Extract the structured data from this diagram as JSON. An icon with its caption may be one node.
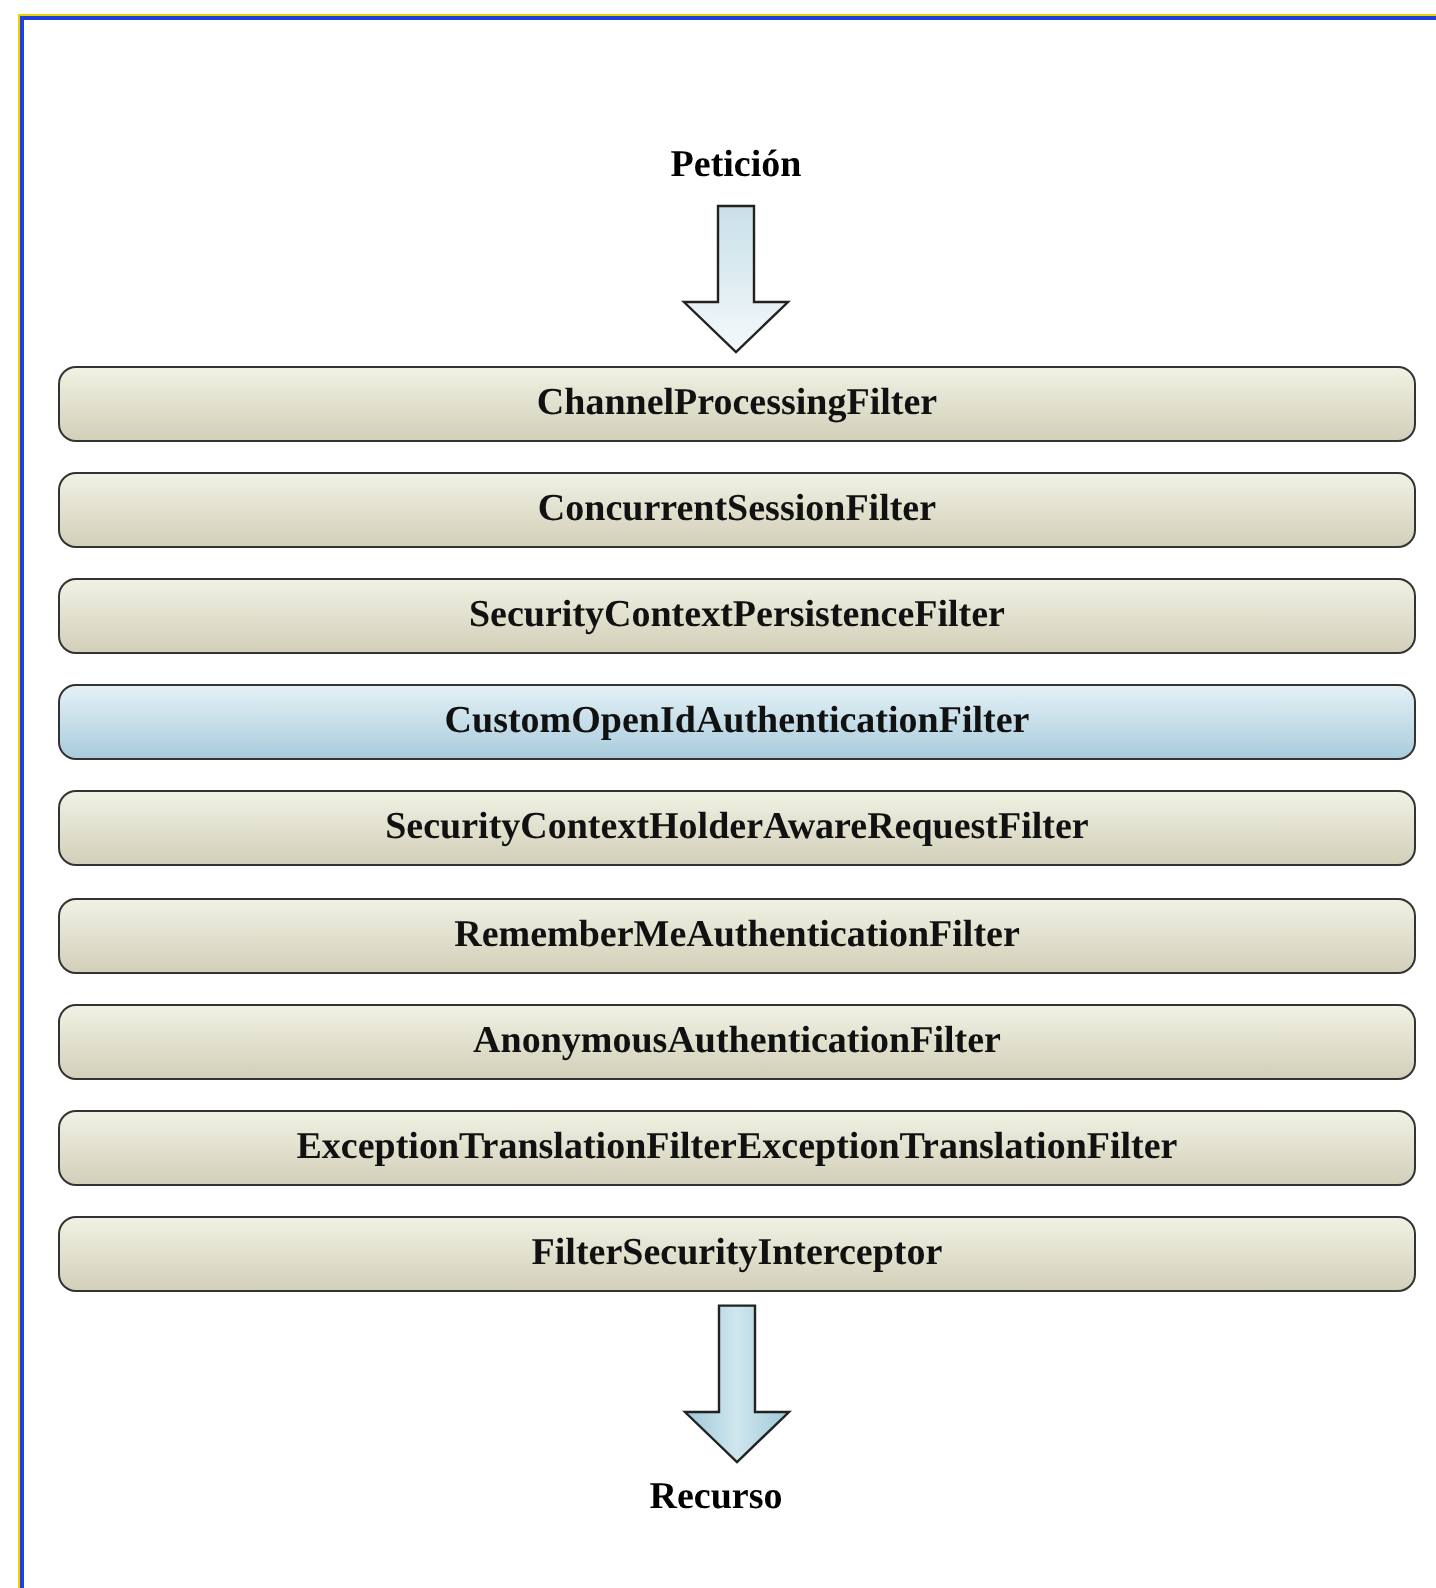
{
  "diagram": {
    "nodes": [
      {
        "text": [
          "Petición"
        ]
      },
      {
        "text": [
          "ChannelProcessingFilter"
        ]
      },
      {
        "text": [
          "ConcurrentSessionFilter"
        ]
      },
      {
        "text": [
          "SecurityContextPersistenceFilter"
        ]
      },
      {
        "text": [
          "CustomOpenIdAuthenticationFilter"
        ]
      },
      {
        "text": [
          "SecurityContextHolderAwareRequestFilter"
        ]
      },
      {
        "text": [
          "RememberMeAuthenticationFilter"
        ]
      },
      {
        "text": [
          "AnonymousAuthenticationFilter"
        ]
      },
      {
        "text": [
          "ExceptionTranslationFilterExceptionTranslationFilter"
        ]
      },
      {
        "text": [
          "FilterSecurityInterceptor"
        ]
      },
      {
        "text": [
          "Recurso"
        ]
      }
    ],
    "edges": [
      {
        "from": 0,
        "to": 1,
        "arrow": "to"
      },
      {
        "from": 9,
        "to": 10,
        "arrow": "to"
      }
    ]
  }
}
